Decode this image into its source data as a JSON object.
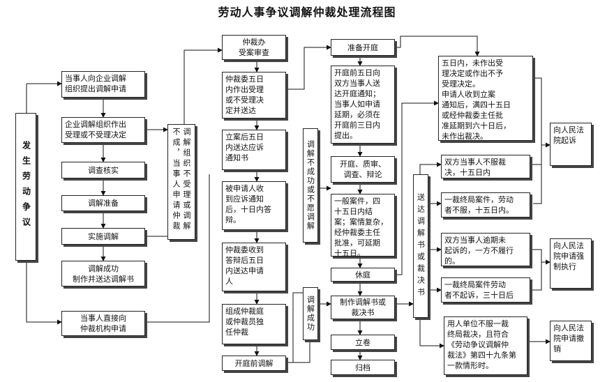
{
  "title": "劳动人事争议调解仲裁处理流程图",
  "nodes": {
    "dispute": "发生劳动争议",
    "apply_enterprise": "当事人向企业调解\n组织提出调解申请",
    "enterprise_decision": "企业调解组织作出\n受理或不受理决定",
    "investigate": "调查核实",
    "prepare_mediation": "调解准备",
    "conduct_mediation": "实施调解",
    "mediation_success": "调解成功\n制作并送达调解书",
    "apply_direct": "当事人直接向\n仲裁机构申请",
    "side_not_accepted": "调解组织不受理或调解不成，当事人申请仲裁",
    "arb_office": "仲裁办\n受案审查",
    "committee_5days": "仲裁委五日\n内作出受理\n或不受理决\n定并送达",
    "notify_5days": "立案后五日\n内送达应诉\n通知书",
    "respondent_10days": "被申请人收\n到应诉通知\n后，十日内答\n辩。",
    "committee_defense": "仲裁委收到\n答辩后五日\n内送达申请\n人",
    "form_tribunal": "组成仲裁庭\n或仲裁员独\n任仲裁",
    "pre_hearing": "开庭前调解",
    "mediation_fail": "调解不成功或不愿调解",
    "mediation_ok": "调解成功",
    "prepare_hearing": "准备开庭",
    "hearing_notice": "开庭前五日向\n双方当事人送\n达开庭通知；\n当事人如申请\n延期，必须在\n开庭前三日内\n提出。",
    "hearing_steps": "开庭、质审、\n调查、辩论",
    "general_case": "一般案件，四\n十五日内结\n案；案情复杂，\n经仲裁委主任\n批准，可延期\n十五日。",
    "adjourn": "休庭",
    "make_award": "制作调解书或\n裁决书",
    "file_record": "立卷",
    "archive": "归档",
    "deliver_award": "送达调解书或裁决书",
    "five_days_note": "五日内，未作出受\n理决定或作出不予\n受理决定。\n申请人收到立案\n通知后，满四十五日\n或经仲裁委主任批\n准延期到六十日后，\n未作出裁决。",
    "both_not_accept": "双方当事人不服裁\n决，十五日内",
    "final_case_worker": "一裁终局案件，劳动\n者不服，十五日内。",
    "overdue_not_sue": "双方当事人逾期未\n起诉的，一方不履行\n的。",
    "final_case_30": "一裁终局案件劳动\n者不起诉，三十日后",
    "employer_revoke": "用人单位不服一裁\n终局裁决，且符合\n《劳动争议调解仲\n裁法》第四十九条第\n一款情形时。",
    "court_sue": "向人民法院起诉",
    "court_enforce": "向人民法院申请强制执行",
    "court_revoke": "向人民法院申请撤销"
  }
}
